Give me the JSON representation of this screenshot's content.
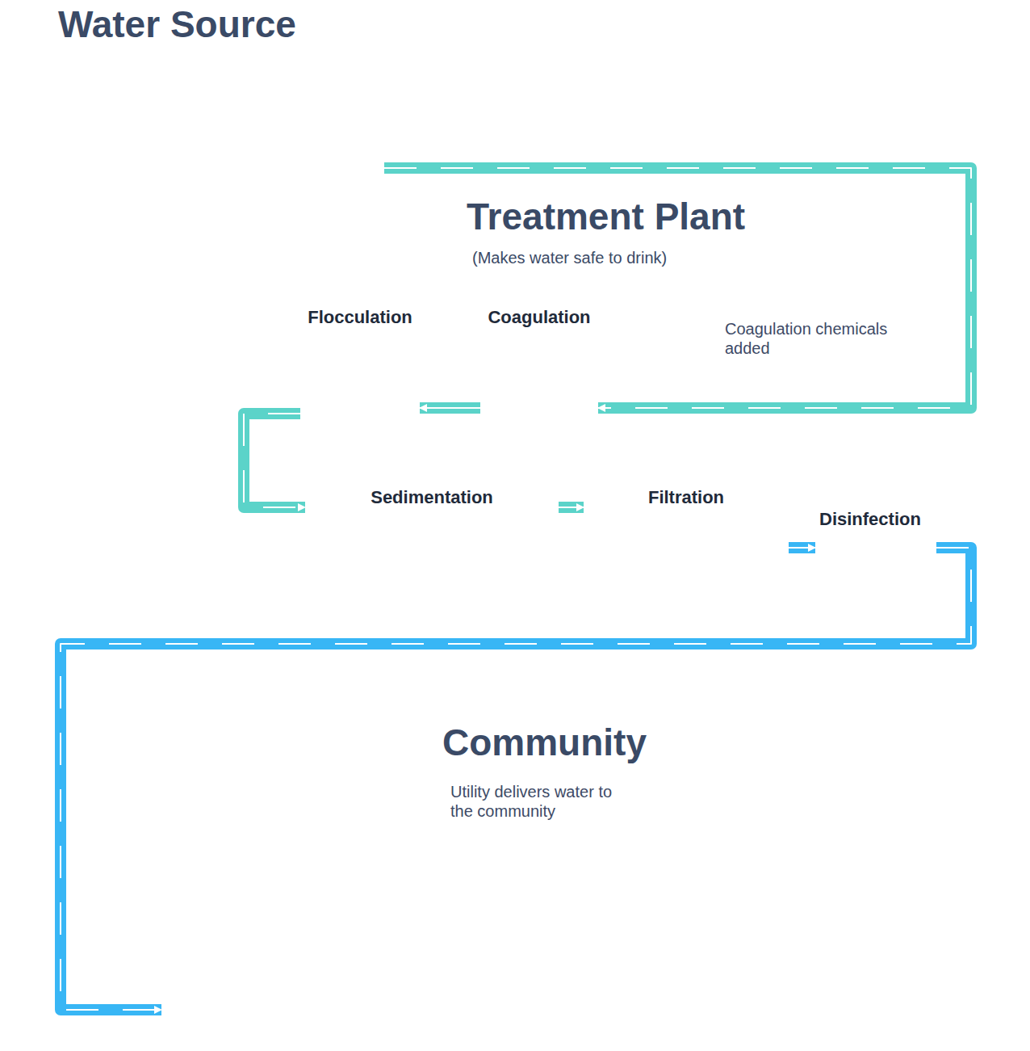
{
  "diagram": {
    "nodes": [
      {
        "text": [
          "Water Source"
        ]
      },
      {
        "text": [
          "Treatment Plant",
          "(Makes water safe to drink)"
        ]
      },
      {
        "text": [
          "Flocculation"
        ],
        "in": 1
      },
      {
        "text": [
          "Coagulation"
        ],
        "in": 1
      },
      {
        "text": [
          "Sedimentation"
        ],
        "in": 1
      },
      {
        "text": [
          "Filtration"
        ],
        "in": 1
      },
      {
        "text": [
          "Disinfection"
        ],
        "in": 1
      },
      {
        "text": [
          "Community"
        ]
      }
    ],
    "edges": [
      {
        "from": 0,
        "to": 3,
        "arrow": "to"
      },
      {
        "from": 3,
        "to": 2,
        "arrow": "to"
      },
      {
        "from": 2,
        "to": 4,
        "arrow": "to"
      },
      {
        "from": 4,
        "to": 5,
        "arrow": "to"
      },
      {
        "from": 5,
        "to": 6,
        "arrow": "to"
      },
      {
        "from": 6,
        "to": 7,
        "arrow": "to"
      }
    ],
    "labels": [
      "Coagulation chemicals added",
      "Utility delivers water to the community"
    ]
  }
}
